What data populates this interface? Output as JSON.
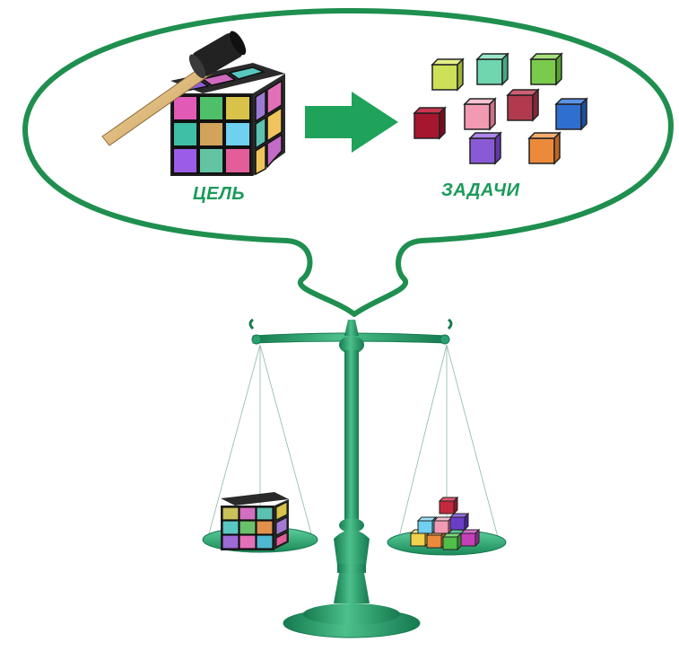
{
  "labels": {
    "goal": "ЦЕЛЬ",
    "tasks": "ЗАДАЧИ"
  },
  "colors": {
    "bubble_stroke": "#1f8f4f",
    "arrow": "#1fa25a",
    "label": "#1a9a5a",
    "scale": "#2aa070",
    "scale_dark": "#157a4f"
  },
  "icons": {
    "goal_image": "rubiks-cube-with-hammer",
    "arrow": "right-arrow",
    "tasks_image": "scattered-colored-cubes",
    "scale": "balance-scale",
    "left_pan_object": "rubiks-cube",
    "right_pan_object": "cube-pile"
  }
}
